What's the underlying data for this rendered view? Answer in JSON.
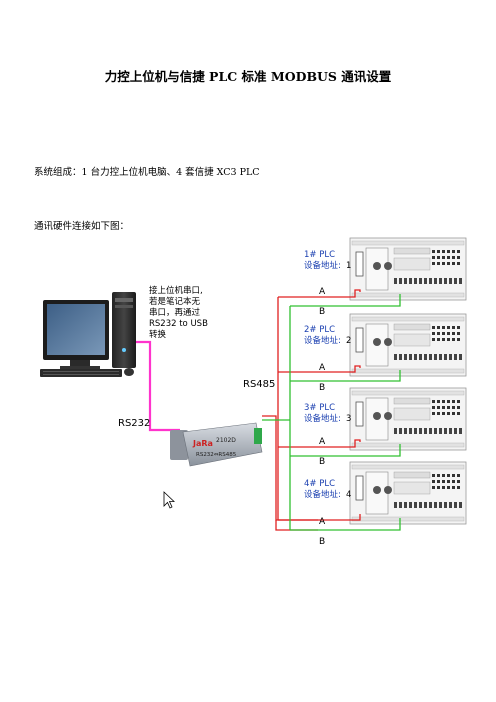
{
  "document": {
    "title": "力控上位机与信捷 PLC 标准 MODBUS 通讯设置",
    "composition": "系统组成：1 台力控上位机电脑、4 套信捷 XC3 PLC",
    "hardware_intro": "通讯硬件连接如下图："
  },
  "diagram": {
    "pc_note": [
      "接上位机串口,",
      "若是笔记本无",
      "串口，再通过",
      "RS232 to USB",
      "转换"
    ],
    "rs232_label": "RS232",
    "rs485_label": "RS485",
    "converter": {
      "brand": "JaRa",
      "model": "2102D",
      "sub": "RS232⇔RS485"
    },
    "plcs": [
      {
        "name": "1# PLC",
        "addr_label": "设备地址:",
        "addr": "1"
      },
      {
        "name": "2# PLC",
        "addr_label": "设备地址:",
        "addr": "2"
      },
      {
        "name": "3# PLC",
        "addr_label": "设备地址:",
        "addr": "3"
      },
      {
        "name": "4# PLC",
        "addr_label": "设备地址:",
        "addr": "4"
      }
    ],
    "line_a": "A",
    "line_b": "B",
    "colors": {
      "wire_a": "#e02020",
      "wire_b": "#30c030",
      "rs232_cable": "#ff33cc",
      "plc_text": "#1a3fb0"
    }
  }
}
